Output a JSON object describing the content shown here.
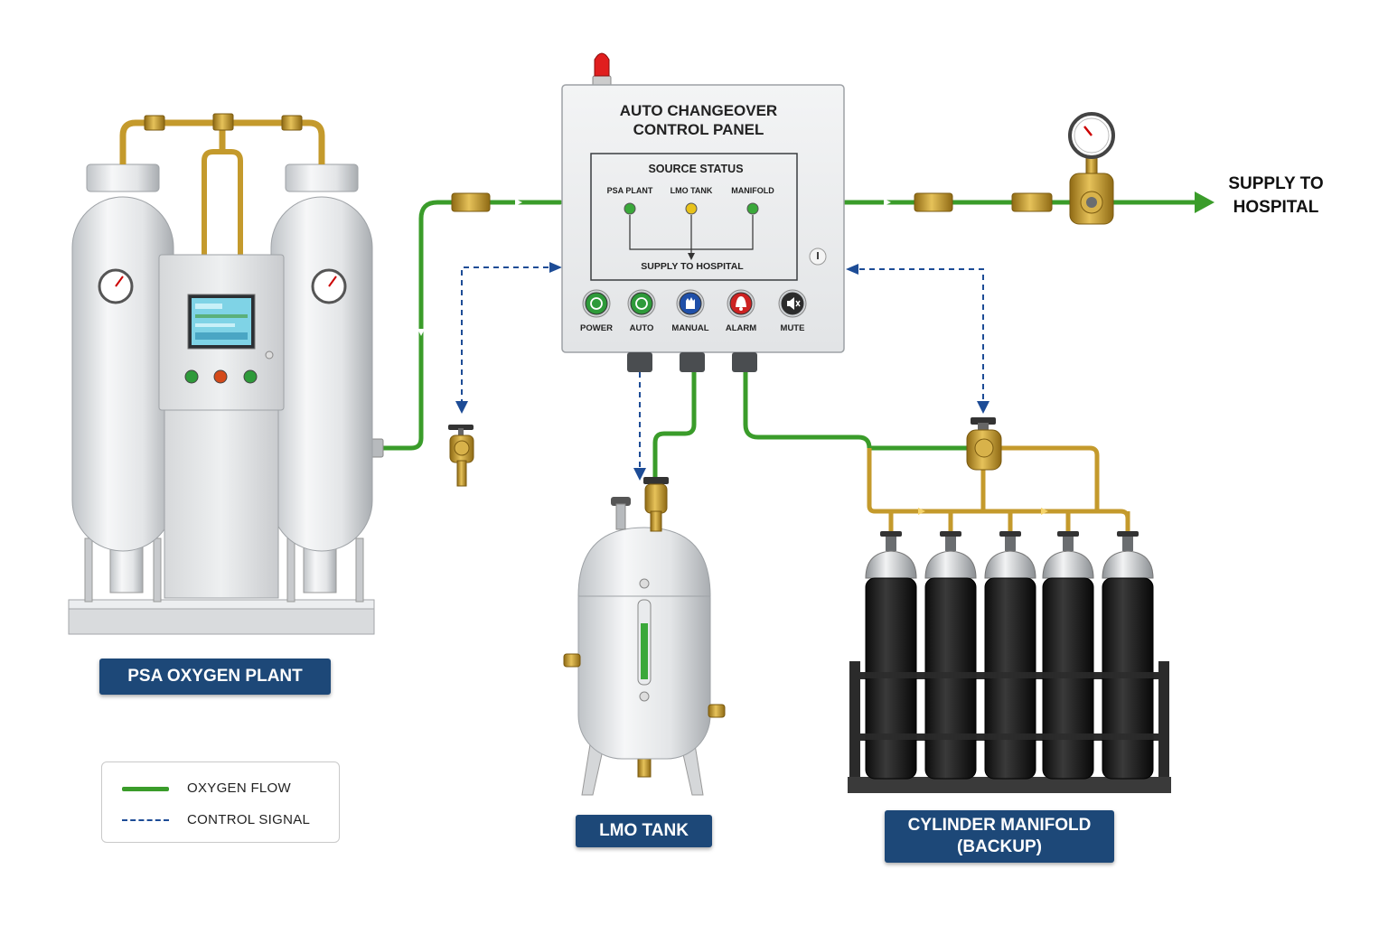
{
  "control_panel": {
    "title_line1": "AUTO CHANGEOVER",
    "title_line2": "CONTROL PANEL",
    "status_title": "SOURCE STATUS",
    "sources": [
      {
        "label": "PSA PLANT",
        "color": "#3aa83a"
      },
      {
        "label": "LMO TANK",
        "color": "#e8c21a"
      },
      {
        "label": "MANIFOLD",
        "color": "#3aa83a"
      }
    ],
    "status_output": "SUPPLY TO HOSPITAL",
    "buttons": [
      {
        "label": "POWER",
        "icon": "power-icon",
        "color": "#2e9a3a"
      },
      {
        "label": "AUTO",
        "icon": "auto-icon",
        "color": "#2e9a3a"
      },
      {
        "label": "MANUAL",
        "icon": "hand-icon",
        "color": "#1f4fa8"
      },
      {
        "label": "ALARM",
        "icon": "bell-icon",
        "color": "#cc2222"
      },
      {
        "label": "MUTE",
        "icon": "speaker-mute-icon",
        "color": "#2b2b2b"
      }
    ]
  },
  "supply_output": {
    "line1": "SUPPLY TO",
    "line2": "HOSPITAL"
  },
  "labels": {
    "psa_plant": "PSA OXYGEN PLANT",
    "lmo_tank": "LMO TANK",
    "manifold_line1": "CYLINDER MANIFOLD",
    "manifold_line2": "(BACKUP)"
  },
  "legend": {
    "items": [
      {
        "label": "OXYGEN FLOW",
        "style": "solid",
        "color": "#3a9c2a"
      },
      {
        "label": "CONTROL SIGNAL",
        "style": "dashed",
        "color": "#1d4c96"
      }
    ]
  },
  "colors": {
    "oxygen_flow": "#3a9c2a",
    "control_signal": "#1d4c96",
    "brass": "#c49a2c",
    "label_bg": "#1d4878"
  }
}
